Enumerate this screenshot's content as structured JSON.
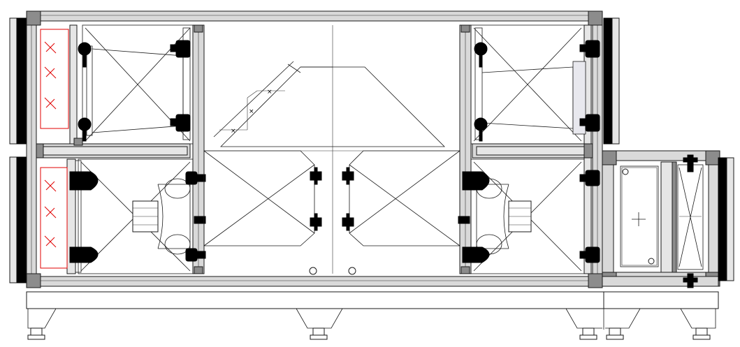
{
  "drawing": {
    "colors": {
      "frame": "#d9d9d9",
      "corner": "#8c8c8c",
      "filter": "#e00000",
      "line": "#1a1a1a",
      "cover": "#e8e8ee"
    },
    "components": [
      {
        "name": "outdoor-air-damper",
        "icon": "damper-icon"
      },
      {
        "name": "exhaust-air-damper",
        "icon": "damper-icon"
      },
      {
        "name": "supply-filter",
        "icon": "filter-icon"
      },
      {
        "name": "extract-filter",
        "icon": "filter-icon"
      },
      {
        "name": "plate-heat-exchanger",
        "icon": "heat-exchanger-icon"
      },
      {
        "name": "supply-fan",
        "icon": "plug-fan-icon"
      },
      {
        "name": "extract-fan",
        "icon": "plug-fan-icon"
      },
      {
        "name": "heating-coil",
        "icon": "coil-icon"
      },
      {
        "name": "silencer",
        "icon": "silencer-icon"
      }
    ]
  }
}
